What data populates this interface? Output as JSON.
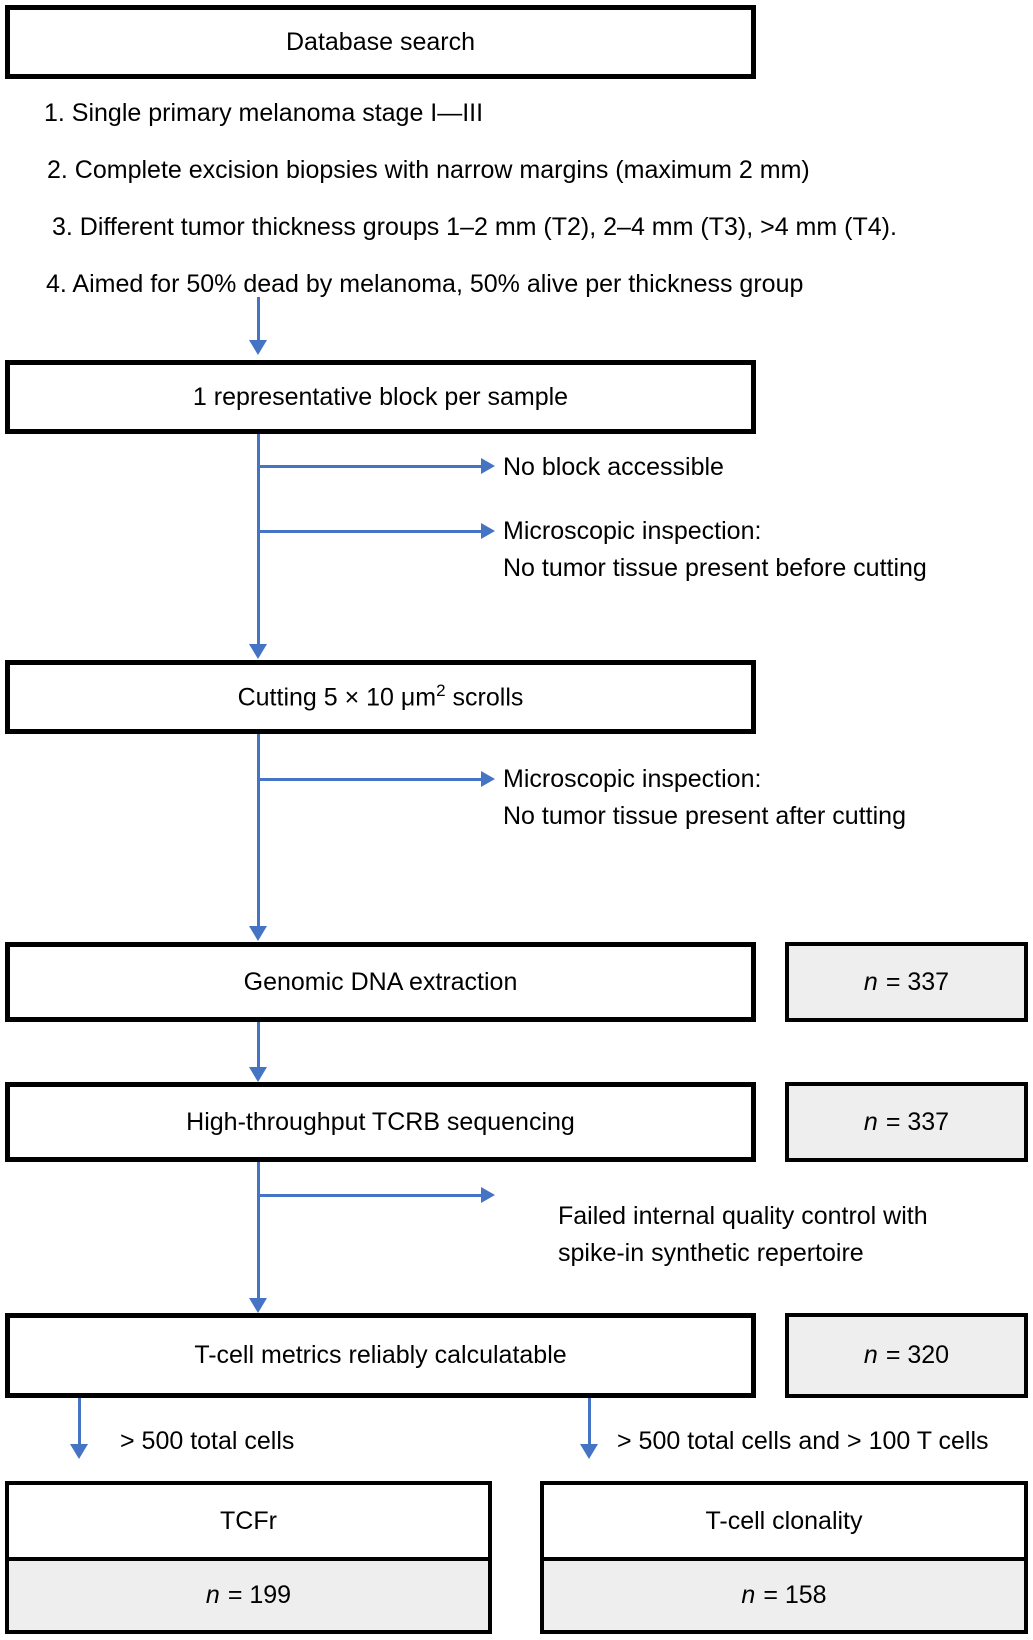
{
  "colors": {
    "arrow_blue": "#4574c4",
    "box_border": "#000000",
    "count_box_fill": "#eeeeee",
    "background": "#ffffff"
  },
  "top_box": {
    "label": "Database search"
  },
  "criteria": [
    "1. Single primary melanoma stage I—III",
    "2. Complete excision biopsies with narrow margins (maximum 2 mm)",
    "3. Different tumor thickness groups 1–2 mm (T2), 2–4 mm (T3), >4 mm (T4).",
    "4. Aimed for 50% dead by melanoma, 50% alive per thickness group"
  ],
  "block_box": {
    "label": "1 representative block per sample"
  },
  "cutting_box": {
    "label_prefix": "Cutting 5 × 10 μm",
    "unit_exponent": "2",
    "label_suffix": " scrolls"
  },
  "genomic_box": {
    "label": "Genomic DNA extraction"
  },
  "tcrb_box": {
    "label": "High-throughput TCRB sequencing"
  },
  "metrics_box": {
    "label": "T-cell metrics reliably calculatable"
  },
  "exclusions": {
    "no_block": {
      "line1": "No block accessible"
    },
    "before_cutting": {
      "line1": "Microscopic inspection:",
      "line2": "No tumor tissue present before cutting"
    },
    "after_cutting": {
      "line1": "Microscopic inspection:",
      "line2": "No tumor tissue present after cutting"
    },
    "failed_qc": {
      "line1": "Failed internal quality control with",
      "line2": "spike-in synthetic repertoire"
    }
  },
  "counts": {
    "genomic": {
      "symbol": "n",
      "value": "= 337"
    },
    "tcrb": {
      "symbol": "n",
      "value": "= 337"
    },
    "metrics": {
      "symbol": "n",
      "value": "= 320"
    },
    "tcfr": {
      "symbol": "n",
      "value": "= 199"
    },
    "clonality": {
      "symbol": "n",
      "value": "= 158"
    }
  },
  "branches": {
    "left": {
      "condition": "> 500 total cells",
      "label": "TCFr"
    },
    "right": {
      "condition": "> 500 total cells and > 100 T cells",
      "label": "T-cell clonality"
    }
  }
}
